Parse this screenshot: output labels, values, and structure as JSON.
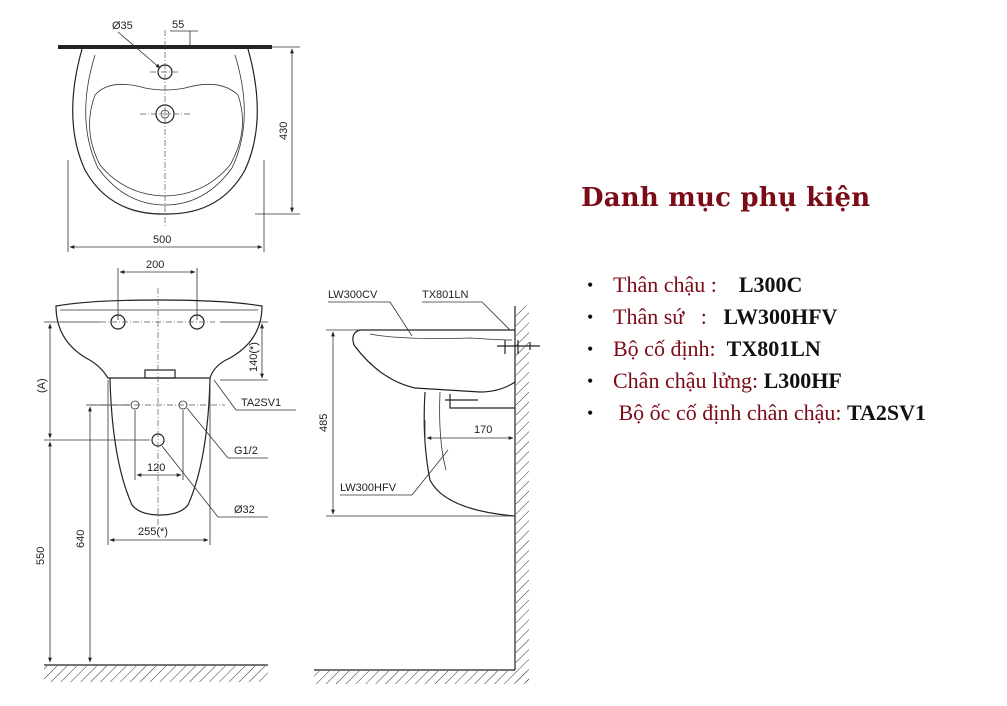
{
  "drawing": {
    "top_view": {
      "label_hole_diameter": "Ø35",
      "label_hole_offset": "55",
      "label_depth": "430",
      "label_width": "500"
    },
    "front_view": {
      "label_tap_spacing": "200",
      "label_bolt_drop": "140(*)",
      "label_mounting_height": "(A)",
      "label_ta2sv1": "TA2SV1",
      "label_pipe_thread": "G1/2",
      "label_inlet_spacing": "120",
      "label_drain_diameter": "Ø32",
      "label_bolt_spacing": "255(*)",
      "label_floor_to_inlet": "640",
      "label_floor_to_drain": "550"
    },
    "side_view": {
      "label_basin_model": "LW300CV",
      "label_bracket_model": "TX801LN",
      "label_height": "485",
      "label_depth": "170",
      "label_pedestal_model": "LW300HFV"
    }
  },
  "accessories": {
    "title": "Danh mục phụ kiện",
    "items": [
      {
        "name": "Thân chậu :    ",
        "code": "L300C"
      },
      {
        "name": "Thân sứ   :   ",
        "code": "LW300HFV"
      },
      {
        "name": "Bộ cố định:  ",
        "code": "TX801LN"
      },
      {
        "name": "Chân chậu lửng: ",
        "code": "L300HF"
      },
      {
        "name": " Bộ ốc cố định chân chậu: ",
        "code": "TA2SV1"
      }
    ]
  }
}
